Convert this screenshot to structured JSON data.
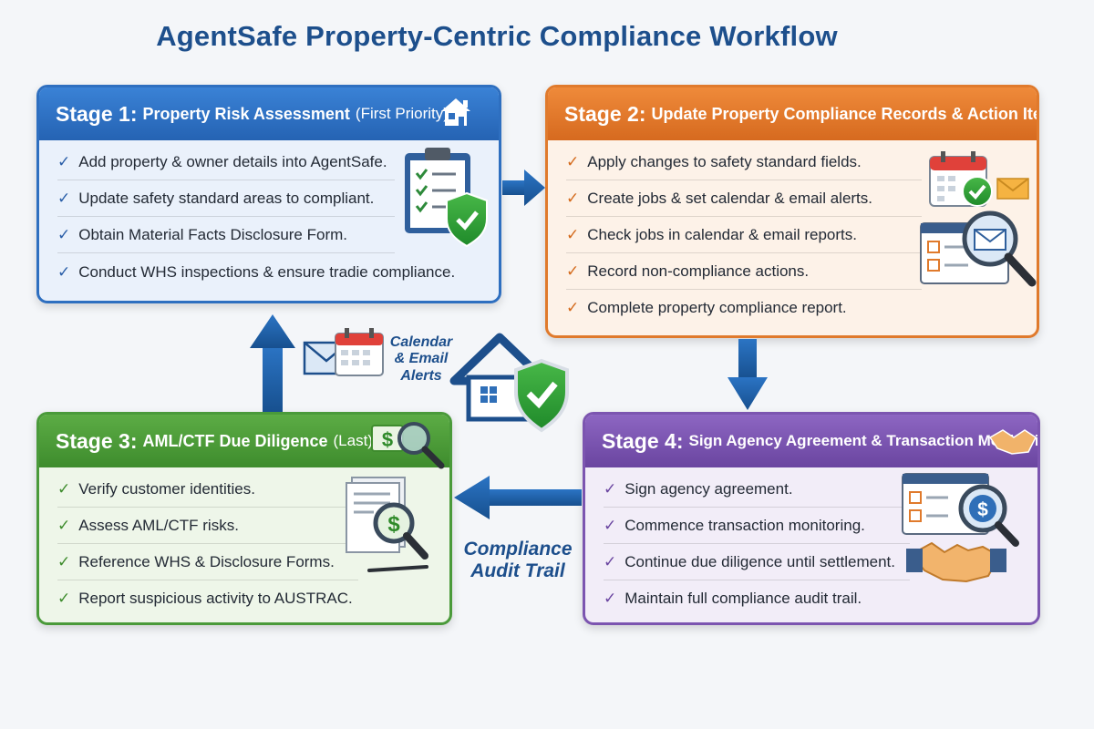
{
  "title": "AgentSafe Property-Centric Compliance Workflow",
  "colors": {
    "title": "#1d4f8c",
    "stage1": "#2e6fc0",
    "stage2": "#e07a2c",
    "stage3": "#4a9a3a",
    "stage4": "#7c55b0",
    "arrow": "#1f5ea8"
  },
  "stages": [
    {
      "number": "Stage 1:",
      "title": "Property Risk Assessment",
      "note": "(First Priority)",
      "icons": [
        "house-icon",
        "clipboard-checklist-icon",
        "shield-check-icon"
      ],
      "items": [
        "Add property & owner details into AgentSafe.",
        "Update safety standard areas to compliant.",
        "Obtain Material Facts Disclosure Form.",
        "Conduct WHS inspections & ensure tradie compliance."
      ]
    },
    {
      "number": "Stage 2:",
      "title": "Update Property Compliance Records & Action Items",
      "note": "",
      "icons": [
        "calendar-check-icon",
        "envelope-icon",
        "checklist-window-icon",
        "magnifier-mail-icon"
      ],
      "items": [
        "Apply changes to safety standard fields.",
        "Create jobs & set calendar & email alerts.",
        "Check jobs in calendar & email reports.",
        "Record non-compliance actions.",
        "Complete property compliance report."
      ]
    },
    {
      "number": "Stage 3:",
      "title": "AML/CTF Due Diligence",
      "note": "(Last)",
      "icons": [
        "money-magnifier-icon",
        "document-dollar-icon",
        "pen-icon"
      ],
      "items": [
        "Verify customer identities.",
        "Assess AML/CTF risks.",
        "Reference WHS & Disclosure Forms.",
        "Report suspicious activity to AUSTRAC."
      ]
    },
    {
      "number": "Stage 4:",
      "title": "Sign Agency Agreement & Transaction Monitoring",
      "note": "",
      "icons": [
        "handshake-icon",
        "checklist-dollar-icon"
      ],
      "items": [
        "Sign agency agreement.",
        "Commence transaction monitoring.",
        "Continue due diligence until settlement.",
        "Maintain full compliance audit trail."
      ]
    }
  ],
  "center": {
    "alerts_label": [
      "Calendar",
      "& Email",
      "Alerts"
    ],
    "audit_label": [
      "Compliance",
      "Audit Trail"
    ],
    "icons": [
      "house-shield-icon",
      "envelope-icon",
      "calendar-icon"
    ]
  }
}
